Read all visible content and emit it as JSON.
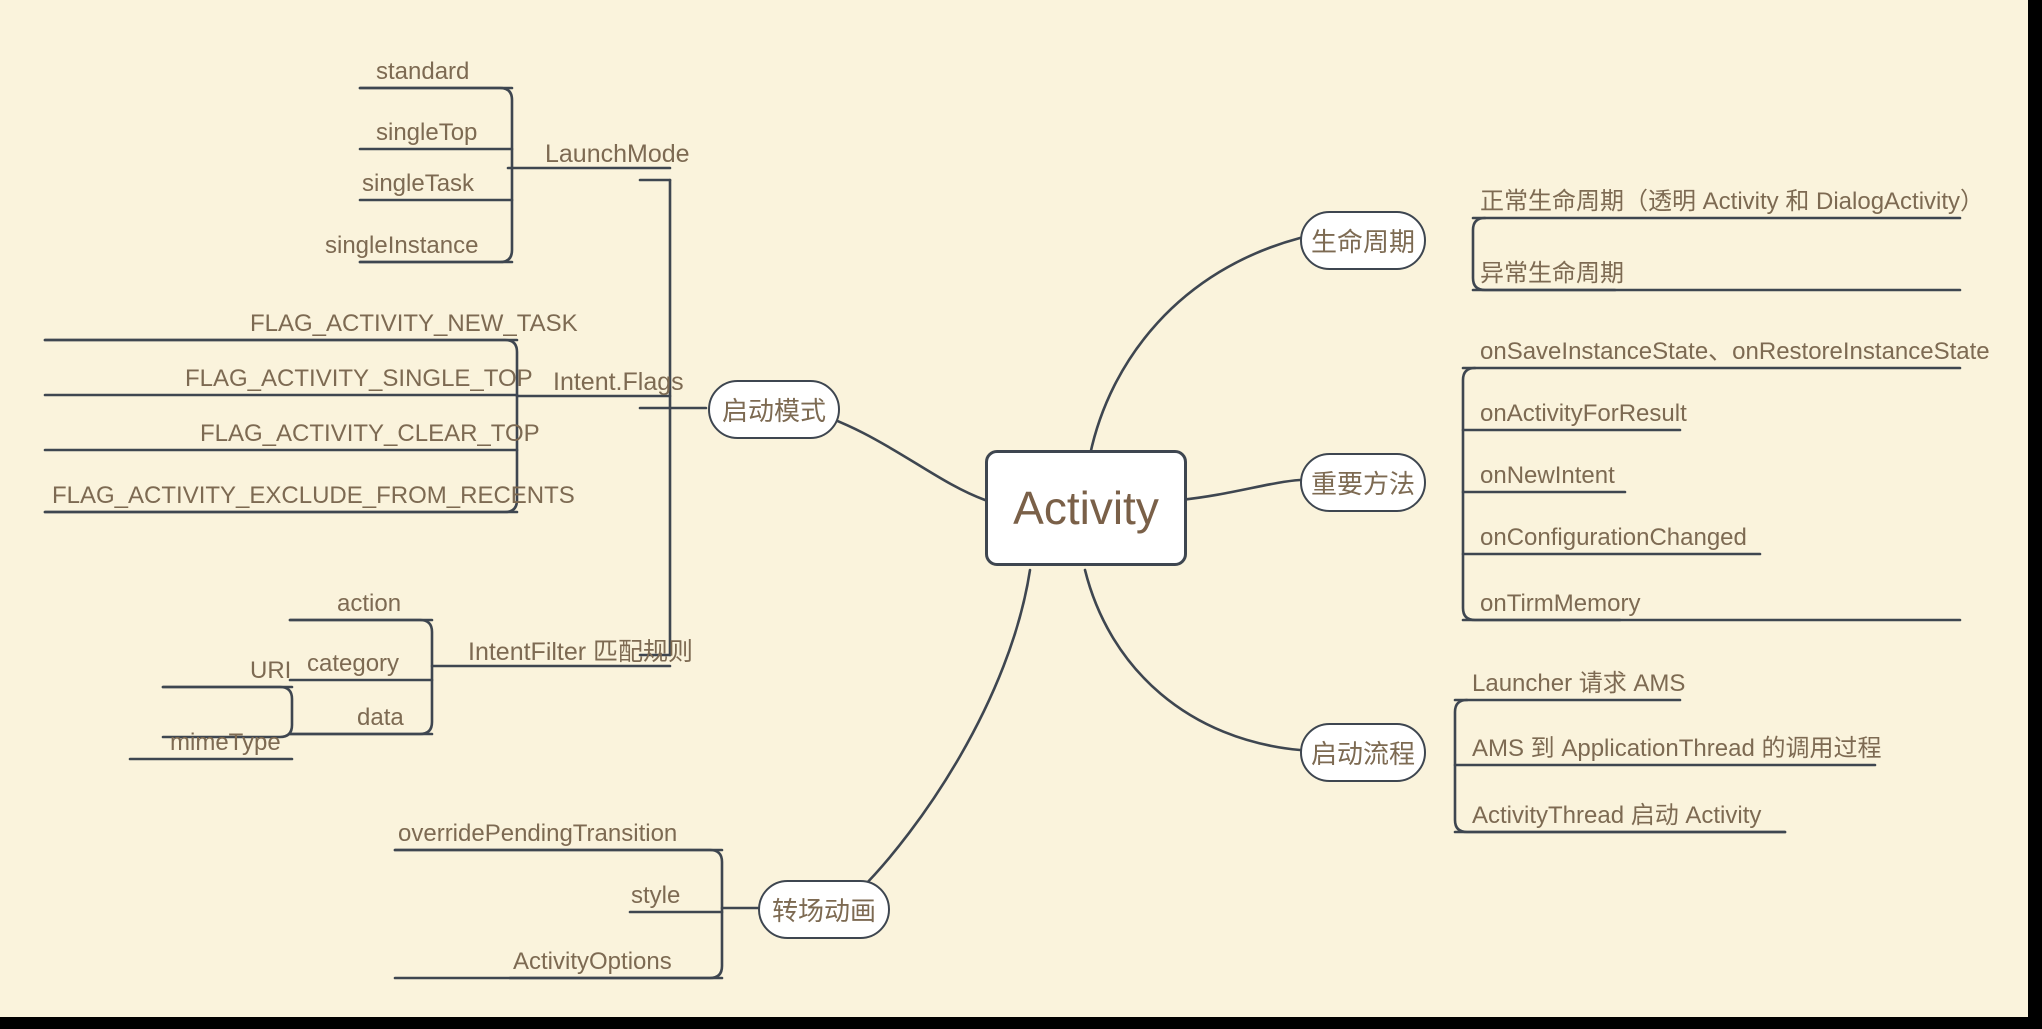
{
  "theme": {
    "background": "#faf3dc",
    "line_color": "#3e4650",
    "text_color": "#7d6a52",
    "root_text_color": "#7a6048",
    "node_fill": "#ffffff",
    "frame_color": "#000000"
  },
  "root": {
    "label": "Activity"
  },
  "branches": {
    "launch_mode": {
      "label": "启动模式",
      "children": [
        {
          "label": "LaunchMode",
          "leaves": [
            "standard",
            "singleTop",
            "singleTask",
            "singleInstance"
          ]
        },
        {
          "label": "Intent.Flags",
          "leaves": [
            "FLAG_ACTIVITY_NEW_TASK",
            "FLAG_ACTIVITY_SINGLE_TOP",
            "FLAG_ACTIVITY_CLEAR_TOP",
            "FLAG_ACTIVITY_EXCLUDE_FROM_RECENTS"
          ]
        },
        {
          "label": "IntentFilter 匹配规则",
          "leaves": [
            "action",
            "category",
            "data"
          ],
          "sub": {
            "parent": "data",
            "leaves": [
              "URI",
              "mimeType"
            ]
          }
        }
      ]
    },
    "transition": {
      "label": "转场动画",
      "leaves": [
        "overridePendingTransition",
        "style",
        "ActivityOptions"
      ]
    },
    "lifecycle": {
      "label": "生命周期",
      "leaves": [
        "正常生命周期（透明 Activity 和 DialogActivity）",
        "异常生命周期"
      ]
    },
    "important_methods": {
      "label": "重要方法",
      "leaves": [
        "onSaveInstanceState、onRestoreInstanceState",
        "onActivityForResult",
        "onNewIntent",
        "onConfigurationChanged",
        "onTirmMemory"
      ]
    },
    "start_flow": {
      "label": "启动流程",
      "leaves": [
        "Launcher 请求 AMS",
        "AMS 到 ApplicationThread 的调用过程",
        "ActivityThread 启动 Activity"
      ]
    }
  }
}
